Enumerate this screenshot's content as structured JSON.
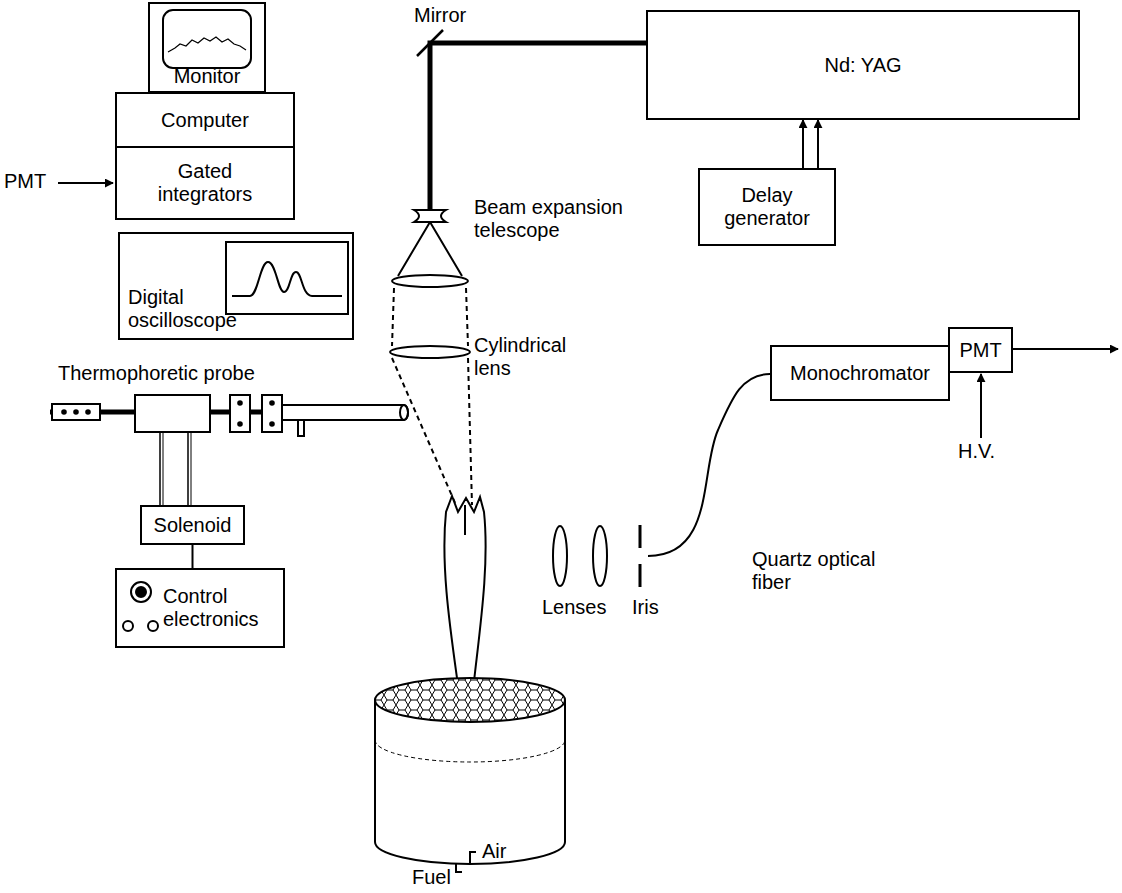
{
  "diagram": {
    "nodes": [
      {
        "text": [
          "Monitor"
        ]
      },
      {
        "text": [
          "Computer"
        ]
      },
      {
        "text": [
          "Gated integrators"
        ]
      },
      {
        "text": [
          "Nd: YAG"
        ]
      },
      {
        "text": [
          "Delay generator"
        ]
      },
      {
        "text": [
          "Digital oscilloscope"
        ]
      },
      {
        "text": [
          "Solenoid"
        ]
      },
      {
        "text": [
          "Monochromator"
        ]
      },
      {
        "text": [
          "PMT"
        ]
      },
      {
        "text": [
          "Control electronics"
        ]
      }
    ],
    "edges": [
      {
        "from": 4,
        "to": 3,
        "arrow": "to"
      },
      {
        "from": 4,
        "to": 3,
        "arrow": "to"
      },
      {
        "from": 6,
        "to": 9,
        "arrow": "none"
      }
    ],
    "labels": [
      "Mirror",
      "PMT",
      "Beam expansion telescope",
      "Cylindrical lens",
      "Thermophoretic probe",
      "Lenses",
      "Iris",
      "Quartz optical fiber",
      "H.V.",
      "Air",
      "Fuel"
    ]
  }
}
